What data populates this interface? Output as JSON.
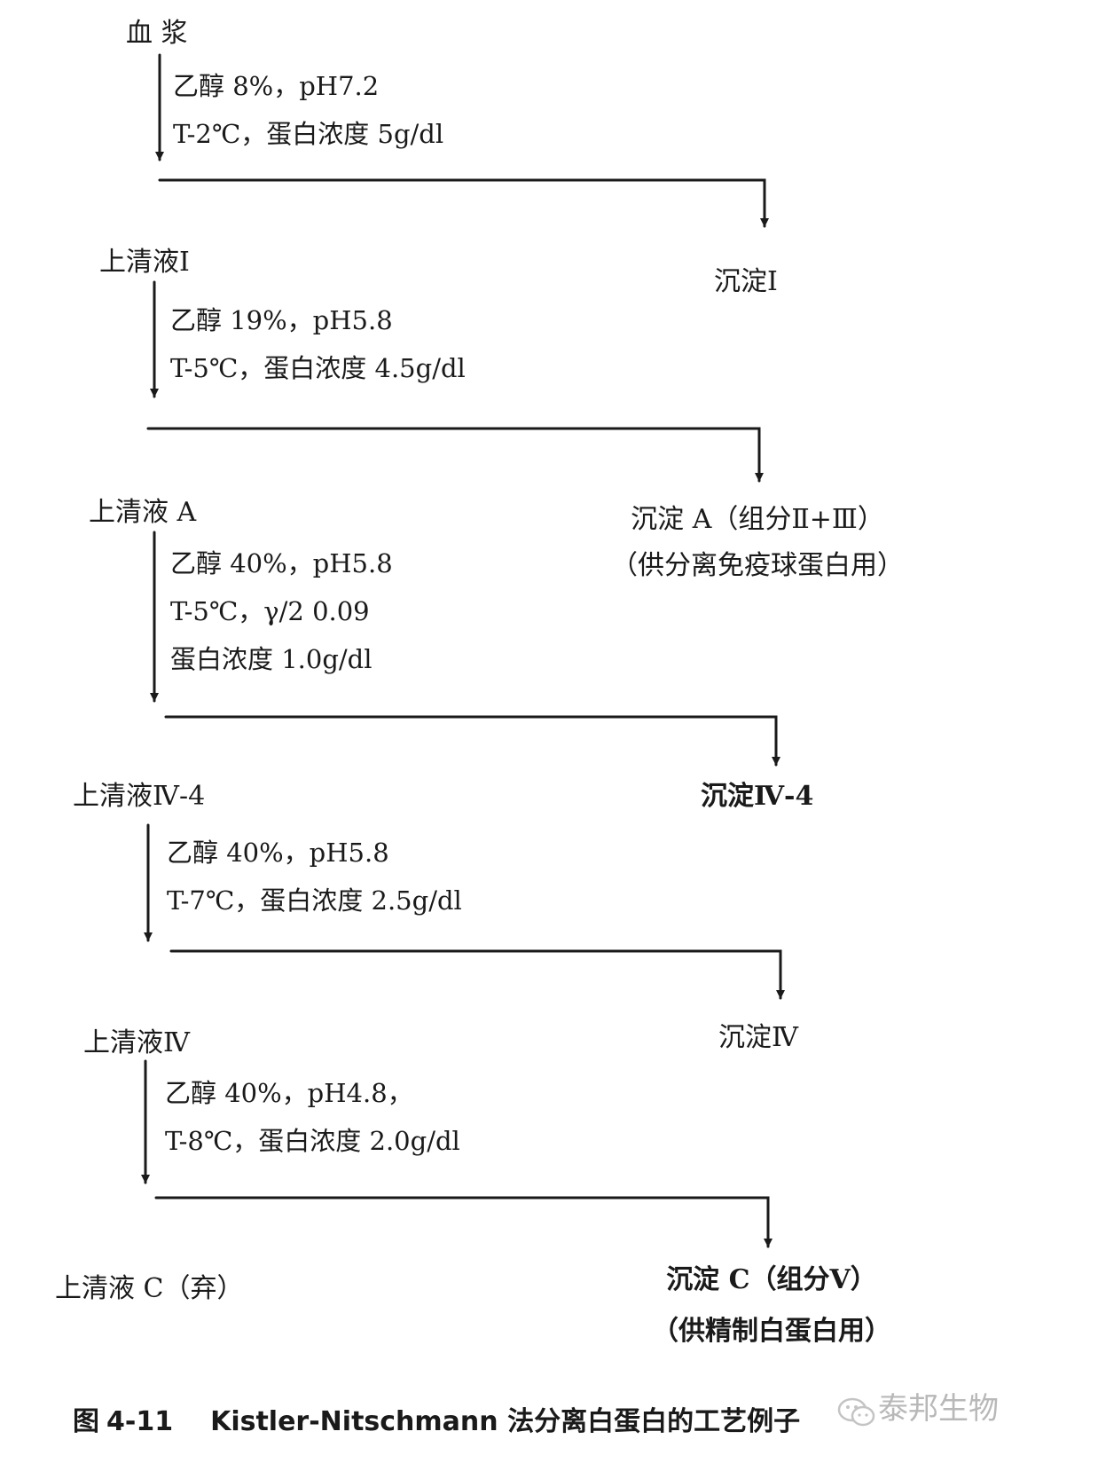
{
  "nodes": {
    "plasma": "血 浆",
    "supernatant_1": "上清液Ⅰ",
    "precipitate_1": "沉淀Ⅰ",
    "supernatant_a": "上清液 A",
    "precipitate_a": "沉淀 A（组分Ⅱ+Ⅲ）",
    "precipitate_a_note": "（供分离免疫球蛋白用）",
    "supernatant_iv4": "上清液Ⅳ-4",
    "precipitate_iv4": "沉淀Ⅳ-4",
    "supernatant_iv": "上清液Ⅳ",
    "precipitate_iv": "沉淀Ⅳ",
    "supernatant_c": "上清液 C（弃）",
    "precipitate_c": "沉淀 C（组分Ⅴ）",
    "precipitate_c_note": "（供精制白蛋白用）"
  },
  "steps": [
    [
      "乙醇 8%，pH7.2",
      "T-2℃，蛋白浓度 5g/dl"
    ],
    [
      "乙醇 19%，pH5.8",
      "T-5℃，蛋白浓度 4.5g/dl"
    ],
    [
      "乙醇 40%，pH5.8",
      "T-5℃，γ/2 0.09",
      "蛋白浓度 1.0g/dl"
    ],
    [
      "乙醇 40%，pH5.8",
      "T-7℃，蛋白浓度 2.5g/dl"
    ],
    [
      "乙醇 40%，pH4.8，",
      "T-8℃，蛋白浓度 2.0g/dl"
    ]
  ],
  "caption": {
    "prefix": "图",
    "number": "4-11",
    "text": "Kistler-Nitschmann 法分离白蛋白的工艺例子"
  },
  "watermark": "泰邦生物",
  "colors": {
    "ink": "#1a1a1a",
    "watermark": "#b8b8b8"
  }
}
